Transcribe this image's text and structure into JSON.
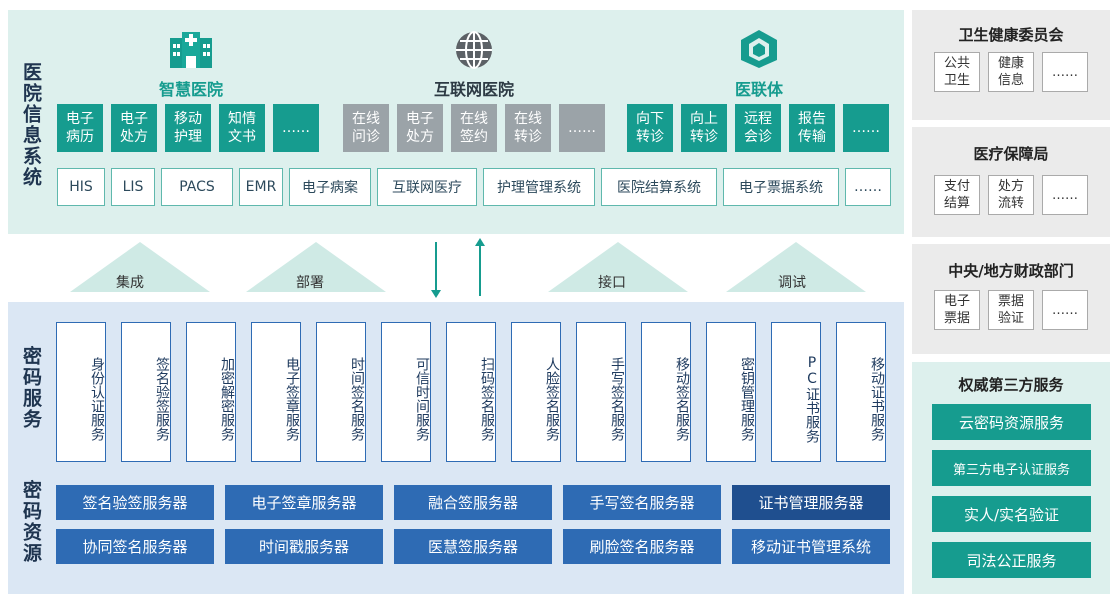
{
  "hospital": {
    "title": "医院信息系统",
    "categories": [
      "智慧医院",
      "互联网医院",
      "医联体"
    ],
    "smart": [
      "电子\n病历",
      "电子\n处方",
      "移动\n护理",
      "知情\n文书",
      "……"
    ],
    "internet": [
      "在线\n问诊",
      "电子\n处方",
      "在线\n签约",
      "在线\n转诊",
      "……"
    ],
    "alliance": [
      "向下\n转诊",
      "向上\n转诊",
      "远程\n会诊",
      "报告\n传输",
      "……"
    ],
    "systems": [
      "HIS",
      "LIS",
      "PACS",
      "EMR",
      "电子病案",
      "互联网医疗",
      "护理管理系统",
      "医院结算系统",
      "电子票据系统",
      "……"
    ]
  },
  "middle": {
    "labels": [
      "集成",
      "部署",
      "接口",
      "调试"
    ]
  },
  "crypto_service": {
    "title": "密码服务",
    "items": [
      "身份认证服务",
      "签名验签服务",
      "加密解密服务",
      "电子签章服务",
      "时间签名服务",
      "可信时间服务",
      "扫码签名服务",
      "人脸签名服务",
      "手写签名服务",
      "移动签名服务",
      "密钥管理服务",
      "PC证书服务",
      "移动证书服务"
    ]
  },
  "crypto_resource": {
    "title": "密码资源",
    "row1": [
      "签名验签服务器",
      "电子签章服务器",
      "融合签服务器",
      "手写签名服务器",
      "证书管理服务器"
    ],
    "row2": [
      "协同签名服务器",
      "时间戳服务器",
      "医慧签服务器",
      "刷脸签名服务器",
      "移动证书管理系统"
    ]
  },
  "right": {
    "health": {
      "title": "卫生健康委员会",
      "items": [
        "公共\n卫生",
        "健康\n信息",
        "……"
      ]
    },
    "insurance": {
      "title": "医疗保障局",
      "items": [
        "支付\n结算",
        "处方\n流转",
        "……"
      ]
    },
    "finance": {
      "title": "中央/地方财政部门",
      "items": [
        "电子\n票据",
        "票据\n验证",
        "……"
      ]
    },
    "third_party": {
      "title": "权威第三方服务",
      "items": [
        "云密码资源服务",
        "第三方电子认证服务",
        "实人/实名验证",
        "司法公正服务"
      ]
    }
  },
  "colors": {
    "teal": "#169c8f",
    "navy": "#2e6bb4",
    "gray": "#9ba3a8",
    "title_dark": "#1f3550"
  }
}
